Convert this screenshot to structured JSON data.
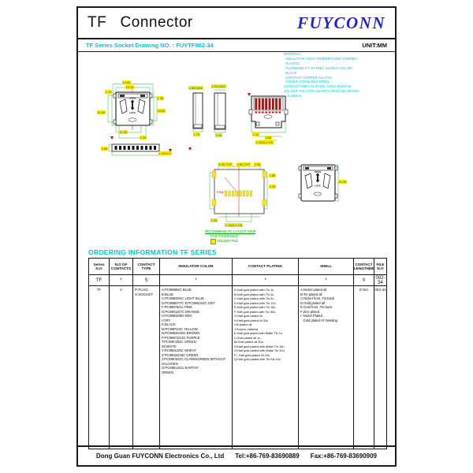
{
  "header": {
    "title": "TF   Connector",
    "brand": "FUYCONN"
  },
  "subheader": {
    "drawing_no": "TF Series Socket Drawing NO. : FUYTF002-34",
    "unit": "UNIT:MM"
  },
  "material_notes": {
    "lines": [
      "MATERIAL:",
      "  INSULATOR: HIGH TEMPERATURE THERMO",
      "  PLASTIC",
      "  FLAMMABILITY RATING: UL94V-0 COLOR:",
      "  BLACK",
      "  CONTACT: COPPER ALLOYS",
      "  COVER: STAINLESS STEEL",
      "CONTACT AREA PLATING: GOLD OVER NI",
      "SOLDER TAIL COPLANARITY MUST BE WITHIN",
      "    0.10MAX."
    ]
  },
  "drawing": {
    "open_label": "OPEN",
    "lock_label": "LOCK",
    "pin1_label": "PIN1",
    "pcb_note1": "RECOMMEND PC LAYOUT VIEW",
    "pcb_note2": "PCB TOLERANCE",
    "pcb_legend": "SOLDER PAD",
    "dims": {
      "d1": "14.85",
      "d2": "13.10",
      "d3": "1.10",
      "d4": "11.50",
      "d5": "1.35",
      "d6": "14.50",
      "d7": "11.50",
      "d8": "1.35",
      "d9": "1.85",
      "d10": "1.10±0.1",
      "d11": "1.85 MAX",
      "d12": "1.90 MAX",
      "d13": "1.75",
      "d14": "1.90",
      "d15": "1.10",
      "d16": "2.85",
      "d17": "1.10(8-1.10)",
      "d18": "6.35 TYP",
      "d19": "0.50 TYP",
      "d20": "1.65",
      "d21": "1.85",
      "d22": "2.20",
      "d23": "1.05",
      "d24": "1.10(8-1.10)",
      "d25": "11.50"
    }
  },
  "ordering": {
    "title": "ORDERING INFORMATION TF  SERIES",
    "columns": {
      "c1": "Series\nN.O",
      "c2": "N.O OF\nCONTACTS",
      "c3": "CONTACT\nTYPE",
      "c4": "INSULATOR COLOR",
      "c5": "CONTACT PLATING",
      "c6": "SHELL",
      "c7": "CONTACT\nLENGTH(MM)",
      "c8": "FILE\nN.O"
    },
    "row1": {
      "series": "TF",
      "contacts": "*",
      "type": "S",
      "color": "*",
      "plating": "*",
      "shell": "*",
      "length": "0",
      "file": "002-34"
    },
    "row2": {
      "series": "TF",
      "contacts": "0",
      "type": "P:PLUG\nS:SOCKET",
      "color_lines": [
        "A:PC99985/C BLUE",
        "B:BLUE",
        "C:PC99828/4C LIGHT BLUE",
        "D:PC99857/7C E:PC99843/4C GRY",
        "F:PC99875/1C PINK",
        "G:PC99415/7C ORANGE",
        "H:PC99825/5D RED",
        "I:GRY",
        "K:BLACK",
        "M:PC99P/23C YELLOW",
        "N:PC99845/49C BROWN",
        "P:PC99872/13C PURPLE",
        "T:PC99F/202C GREEN",
        "W:WHITE",
        "Y:PC99812/5C WHEAT",
        "Z:PC99632/29C GREEN",
        "J:PC99E/022C CLAWN/GREEN WITHOUT",
        "HALOGEN",
        "O:PC99813/1C EARTHY",
        "GREEN"
      ],
      "plating_lines": [
        "A:Half gold plated with Tin 1u",
        "B:Half gold plated with Tin 3u",
        "C:Half gold plated with Tin 5u",
        "D:Half gold plated with Tin 10u",
        "E:Half gold plated with Tin 15u",
        "F:Half gold plated with Tin 30u",
        "G:Half gold plated Ni",
        "H:Half gold plated Ni 30u",
        "I:Ni plated all",
        "J:Source material",
        "K:Half gold plated with Matte Tin 1u",
        "L:Gold plated all 1u",
        "M:Gold plated all 30u",
        "N:Half gold plated with Matte Tin 15u",
        "O:Half gold plated with Matte Tin 30u",
        "P:. Half gold plated Ni 15u",
        "Q:Half gold plated with Tin full 15u"
      ],
      "shell_lines": [
        "A:Nickel plated all",
        "B:Tin plated all",
        "C:Nickel front ,Tin back",
        "D:Gold plated all",
        "E:Gold front ,Tin back",
        "F:Zinc plated",
        "I: Nickel Plated",
        "   Gold plated AT Welding"
      ],
      "length": "0:N/A",
      "file": "002-34"
    }
  },
  "footer": {
    "company": "Dong Guan FUYCONN Electronics  Co., Ltd",
    "tel": "Tel:+86-769-83690889",
    "fax": "Fax:+86-769-83690909"
  }
}
